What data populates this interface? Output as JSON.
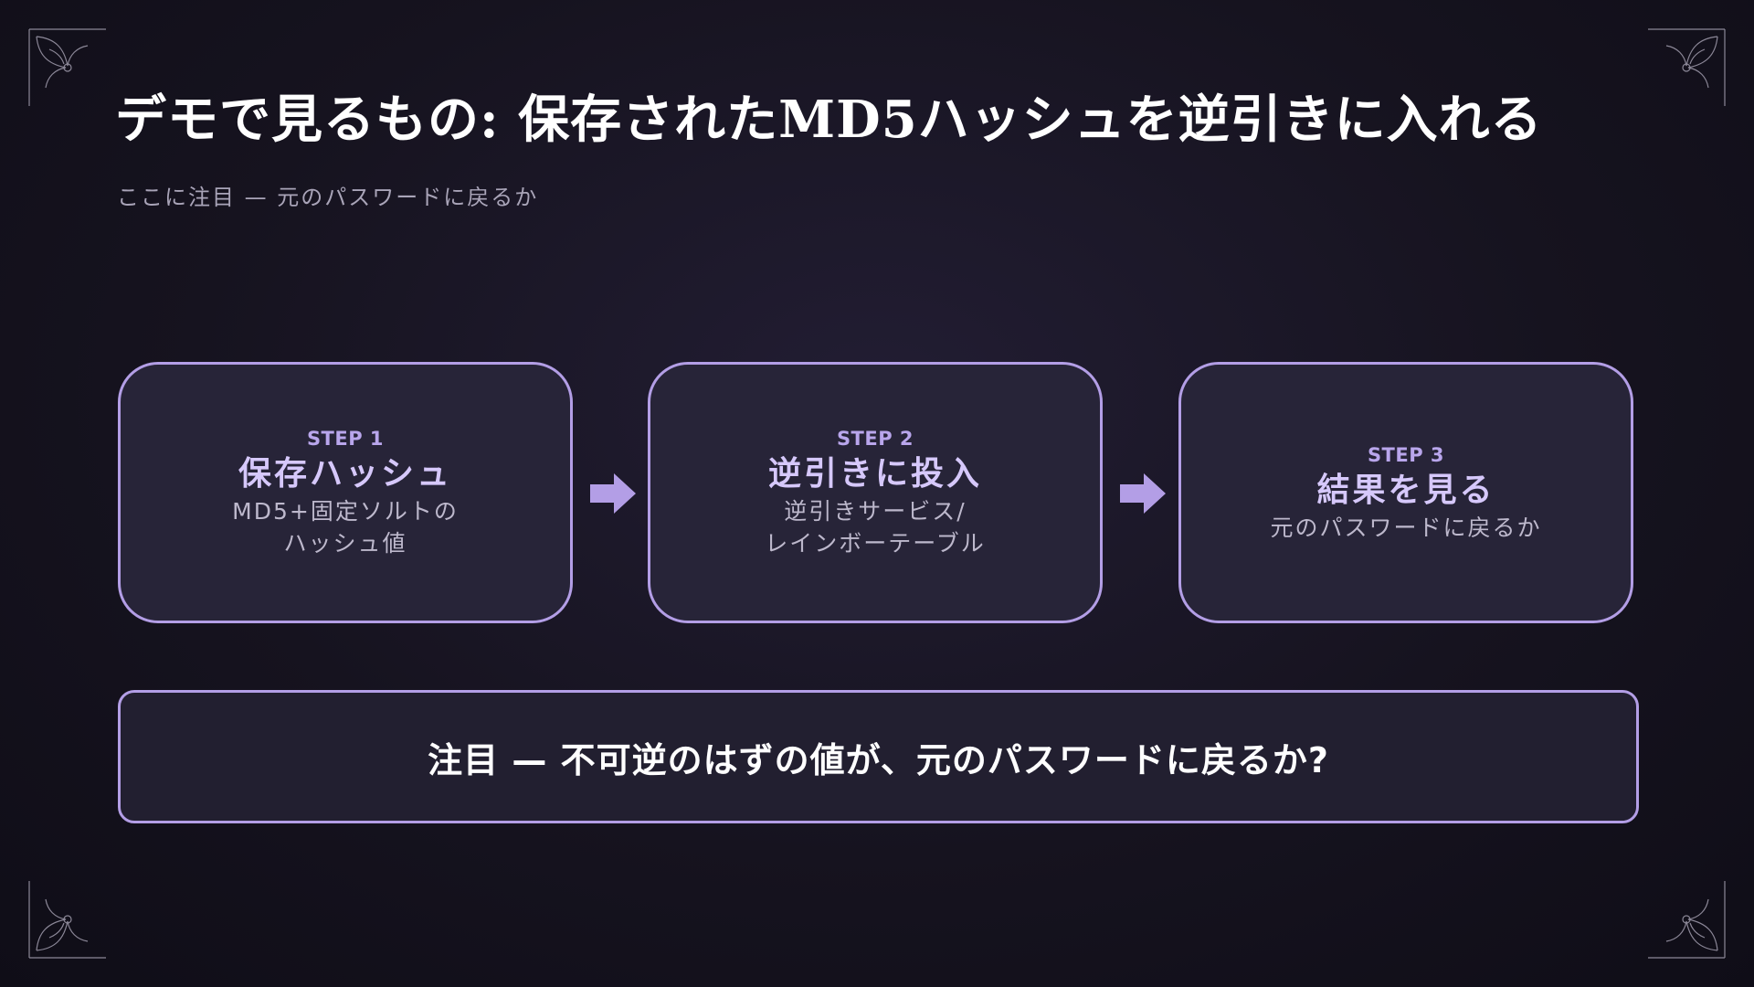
{
  "slide": {
    "title": "デモで見るもの: 保存されたMD5ハッシュを逆引きに入れる",
    "subtitle": "ここに注目 — 元のパスワードに戻るか"
  },
  "steps": [
    {
      "label": "STEP 1",
      "title": "保存ハッシュ",
      "desc": "MD5+固定ソルトの\nハッシュ値"
    },
    {
      "label": "STEP 2",
      "title": "逆引きに投入",
      "desc": "逆引きサービス/\nレインボーテーブル"
    },
    {
      "label": "STEP 3",
      "title": "結果を見る",
      "desc": "元のパスワードに戻るか"
    }
  ],
  "callout": {
    "text": "注目 — 不可逆のはずの値が、元のパスワードに戻るか?"
  },
  "colors": {
    "accent": "#b39ee6",
    "background": "#16131f",
    "card": "#272438"
  },
  "icons": {
    "arrow": "arrow-right-icon",
    "corner": "corner-ornament-icon"
  }
}
